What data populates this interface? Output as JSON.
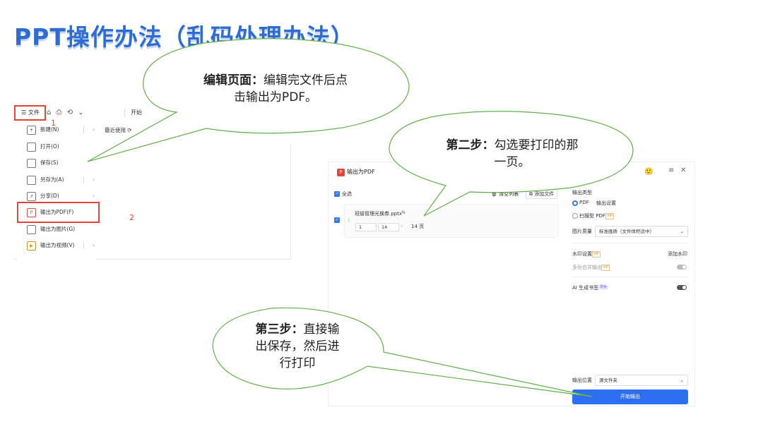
{
  "title": "PPT操作办法（乱码处理办法）",
  "left_screenshot": {
    "file_button": "☰ 文件",
    "toolbar_icons": "⌂ ⎙ ⟲ ⌄",
    "start_tab": "开始",
    "recent_label": "最近使用",
    "menu": [
      {
        "label": "新建(N)",
        "icon": "new-file-icon",
        "has_arrow": true
      },
      {
        "label": "打开(O)",
        "icon": "folder-icon",
        "has_arrow": false
      },
      {
        "label": "保存(S)",
        "icon": "save-icon",
        "has_arrow": false
      },
      {
        "label": "另存为(A)",
        "icon": "save-as-icon",
        "has_arrow": true
      },
      {
        "label": "分享(D)",
        "icon": "share-icon",
        "has_arrow": true
      },
      {
        "label": "输出为PDF(F)",
        "icon": "pdf-icon",
        "has_arrow": false
      },
      {
        "label": "输出为图片(G)",
        "icon": "image-icon",
        "has_arrow": false
      },
      {
        "label": "输出为视频(V)",
        "icon": "video-icon",
        "has_arrow": true
      }
    ],
    "marker_1": "1",
    "marker_2": "2"
  },
  "dialog": {
    "title": "输出为PDF",
    "select_all": "全选",
    "clear_list": "清空列表",
    "add_file": "添加文件",
    "file_name": "班级管理光换券.pptx",
    "file_index": "1",
    "page_from": "1",
    "page_to": "14",
    "page_total": "14 页",
    "output_type_label": "输出类型",
    "option_pdf": "PDF",
    "output_settings": "输出设置",
    "option_scan_pdf": "扫描型 PDF",
    "image_quality_label": "图片质量",
    "image_quality_value": "标准画质（文件体积适中）",
    "watermark_label": "水印设置",
    "add_watermark": "添加水印",
    "merge_output": "多份合并输出",
    "ai_bookmark": "AI 生成书签",
    "ai_tag": "限免",
    "vip_tag": "VIP",
    "output_location_label": "输出位置",
    "output_location_value": "源文件夹",
    "start_output": "开始输出"
  },
  "callouts": {
    "edit_bold": "编辑页面：",
    "edit_text_1": "编辑完文件后点",
    "edit_text_2": "击输出为PDF。",
    "step2_bold": "第二步：",
    "step2_text_1": "勾选要打印的那",
    "step2_text_2": "一页。",
    "step3_bold": "第三步：",
    "step3_text_1": "直接输",
    "step3_text_2": "出保存，然后进",
    "step3_text_3": "行打印"
  },
  "colors": {
    "title_blue": "#2f6cd2",
    "highlight_red": "#e2443b",
    "primary_blue": "#2e6ef0",
    "callout_stroke": "#62b04a"
  }
}
